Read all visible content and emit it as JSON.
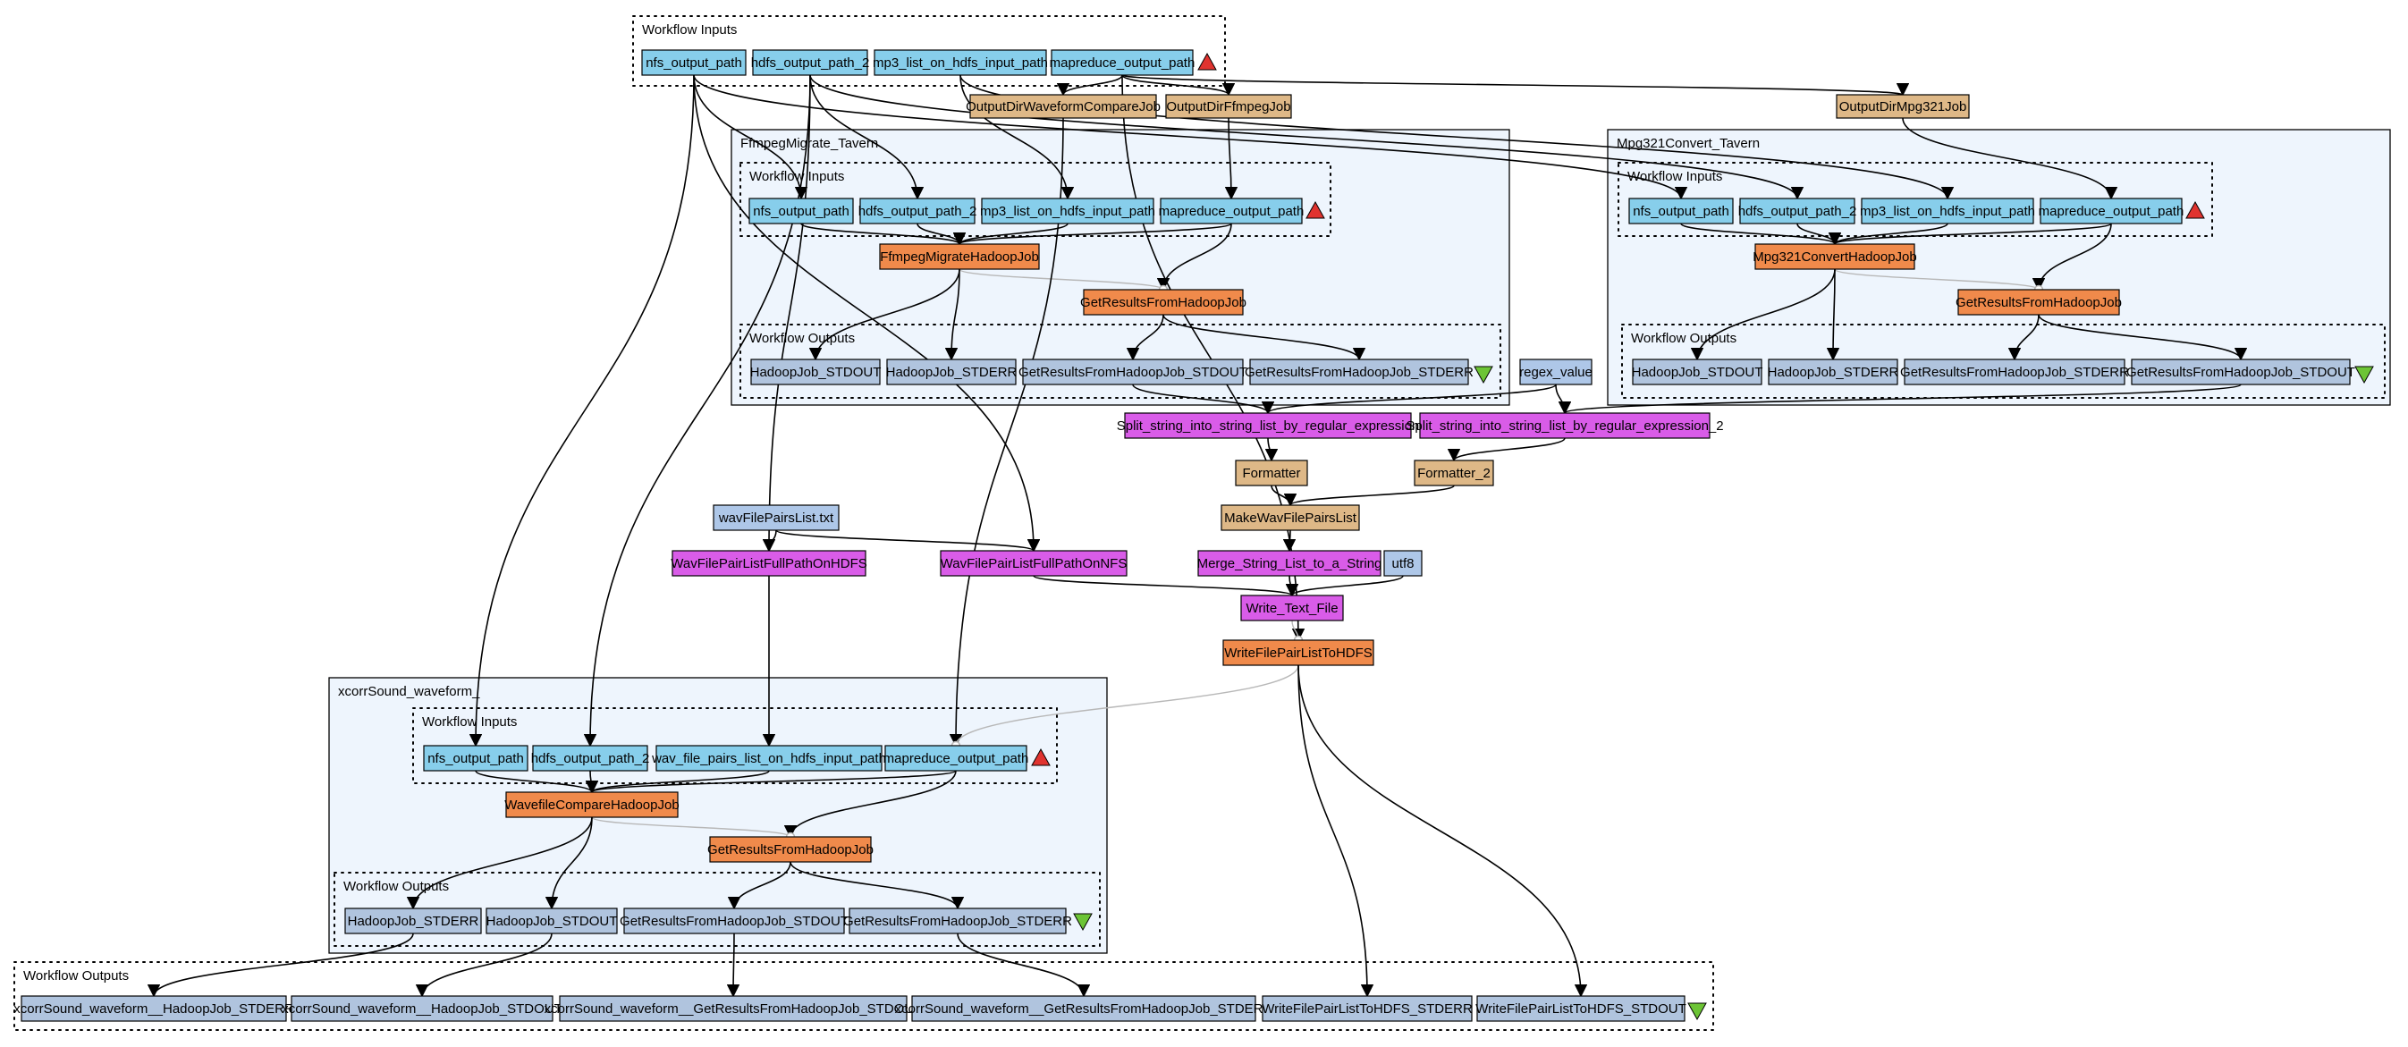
{
  "colors": {
    "input_port": "#87ceeb",
    "processor": "#f08a4b",
    "beanshell": "#deb887",
    "constant": "#aec7e8",
    "output_port": "#b0c4de",
    "local_worker": "#d95ce8",
    "nested_fill": "#eef5fd",
    "input_triangle": "#e0332f",
    "output_triangle": "#6cc435"
  },
  "icons": {
    "inputs_marker": "red-up-triangle",
    "outputs_marker": "green-down-triangle"
  },
  "groups": [
    {
      "id": "top_inputs",
      "label": "Workflow Inputs"
    },
    {
      "id": "ffmpeg",
      "label": "FfmpegMigrate_Tavern"
    },
    {
      "id": "ffmpeg_inputs",
      "label": "Workflow Inputs"
    },
    {
      "id": "ffmpeg_outputs",
      "label": "Workflow Outputs"
    },
    {
      "id": "mpg",
      "label": "Mpg321Convert_Tavern"
    },
    {
      "id": "mpg_inputs",
      "label": "Workflow Inputs"
    },
    {
      "id": "mpg_outputs",
      "label": "Workflow Outputs"
    },
    {
      "id": "xcorr",
      "label": "xcorrSound_waveform_"
    },
    {
      "id": "xcorr_inputs",
      "label": "Workflow Inputs"
    },
    {
      "id": "xcorr_outputs",
      "label": "Workflow Outputs"
    },
    {
      "id": "bottom_outputs",
      "label": "Workflow Outputs"
    }
  ],
  "nodes": [
    {
      "id": "in_nfs",
      "label": "nfs_output_path",
      "kind": "input_port"
    },
    {
      "id": "in_hdfs2",
      "label": "hdfs_output_path_2",
      "kind": "input_port"
    },
    {
      "id": "in_mp3",
      "label": "mp3_list_on_hdfs_input_path",
      "kind": "input_port"
    },
    {
      "id": "in_mr",
      "label": "mapreduce_output_path",
      "kind": "input_port"
    },
    {
      "id": "outdir_wave",
      "label": "OutputDirWaveformCompareJob",
      "kind": "beanshell"
    },
    {
      "id": "outdir_ffmpeg",
      "label": "OutputDirFfmpegJob",
      "kind": "beanshell"
    },
    {
      "id": "outdir_mpg",
      "label": "OutputDirMpg321Job",
      "kind": "beanshell"
    },
    {
      "id": "ff_nfs",
      "label": "nfs_output_path",
      "kind": "input_port"
    },
    {
      "id": "ff_hdfs2",
      "label": "hdfs_output_path_2",
      "kind": "input_port"
    },
    {
      "id": "ff_mp3",
      "label": "mp3_list_on_hdfs_input_path",
      "kind": "input_port"
    },
    {
      "id": "ff_mr",
      "label": "mapreduce_output_path",
      "kind": "input_port"
    },
    {
      "id": "ff_job",
      "label": "FfmpegMigrateHadoopJob",
      "kind": "processor"
    },
    {
      "id": "ff_get",
      "label": "GetResultsFromHadoopJob",
      "kind": "processor"
    },
    {
      "id": "ff_out_stdout",
      "label": "HadoopJob_STDOUT",
      "kind": "output_port"
    },
    {
      "id": "ff_out_stderr",
      "label": "HadoopJob_STDERR",
      "kind": "output_port"
    },
    {
      "id": "ff_out_gstdout",
      "label": "GetResultsFromHadoopJob_STDOUT",
      "kind": "output_port"
    },
    {
      "id": "ff_out_gstderr",
      "label": "GetResultsFromHadoopJob_STDERR",
      "kind": "output_port"
    },
    {
      "id": "mp_nfs",
      "label": "nfs_output_path",
      "kind": "input_port"
    },
    {
      "id": "mp_hdfs2",
      "label": "hdfs_output_path_2",
      "kind": "input_port"
    },
    {
      "id": "mp_mp3",
      "label": "mp3_list_on_hdfs_input_path",
      "kind": "input_port"
    },
    {
      "id": "mp_mr",
      "label": "mapreduce_output_path",
      "kind": "input_port"
    },
    {
      "id": "mp_job",
      "label": "Mpg321ConvertHadoopJob",
      "kind": "processor"
    },
    {
      "id": "mp_get",
      "label": "GetResultsFromHadoopJob",
      "kind": "processor"
    },
    {
      "id": "mp_out_stdout",
      "label": "HadoopJob_STDOUT",
      "kind": "output_port"
    },
    {
      "id": "mp_out_stderr",
      "label": "HadoopJob_STDERR",
      "kind": "output_port"
    },
    {
      "id": "mp_out_gstderr",
      "label": "GetResultsFromHadoopJob_STDERR",
      "kind": "output_port"
    },
    {
      "id": "mp_out_gstdout",
      "label": "GetResultsFromHadoopJob_STDOUT",
      "kind": "output_port"
    },
    {
      "id": "regex_value",
      "label": "regex_value",
      "kind": "constant"
    },
    {
      "id": "split1",
      "label": "Split_string_into_string_list_by_regular_expression",
      "kind": "local_worker"
    },
    {
      "id": "split2",
      "label": "Split_string_into_string_list_by_regular_expression_2",
      "kind": "local_worker"
    },
    {
      "id": "formatter",
      "label": "Formatter",
      "kind": "beanshell"
    },
    {
      "id": "formatter2",
      "label": "Formatter_2",
      "kind": "beanshell"
    },
    {
      "id": "makewav",
      "label": "MakeWavFilePairsList",
      "kind": "beanshell"
    },
    {
      "id": "wavtxt",
      "label": "wavFilePairsList.txt",
      "kind": "constant"
    },
    {
      "id": "wav_hdfs",
      "label": "WavFilePairListFullPathOnHDFS",
      "kind": "local_worker"
    },
    {
      "id": "wav_nfs",
      "label": "WavFilePairListFullPathOnNFS",
      "kind": "local_worker"
    },
    {
      "id": "merge",
      "label": "Merge_String_List_to_a_String",
      "kind": "local_worker"
    },
    {
      "id": "utf8",
      "label": "utf8",
      "kind": "constant"
    },
    {
      "id": "write_text",
      "label": "Write_Text_File",
      "kind": "local_worker"
    },
    {
      "id": "write_hdfs",
      "label": "WriteFilePairListToHDFS",
      "kind": "processor"
    },
    {
      "id": "xc_nfs",
      "label": "nfs_output_path",
      "kind": "input_port"
    },
    {
      "id": "xc_hdfs2",
      "label": "hdfs_output_path_2",
      "kind": "input_port"
    },
    {
      "id": "xc_wav",
      "label": "wav_file_pairs_list_on_hdfs_input_path",
      "kind": "input_port"
    },
    {
      "id": "xc_mr",
      "label": "mapreduce_output_path",
      "kind": "input_port"
    },
    {
      "id": "xc_job",
      "label": "WavefileCompareHadoopJob",
      "kind": "processor"
    },
    {
      "id": "xc_get",
      "label": "GetResultsFromHadoopJob",
      "kind": "processor"
    },
    {
      "id": "xc_out_stderr",
      "label": "HadoopJob_STDERR",
      "kind": "output_port"
    },
    {
      "id": "xc_out_stdout",
      "label": "HadoopJob_STDOUT",
      "kind": "output_port"
    },
    {
      "id": "xc_out_gstdout",
      "label": "GetResultsFromHadoopJob_STDOUT",
      "kind": "output_port"
    },
    {
      "id": "xc_out_gstderr",
      "label": "GetResultsFromHadoopJob_STDERR",
      "kind": "output_port"
    },
    {
      "id": "wo_1",
      "label": "xcorrSound_waveform__HadoopJob_STDERR",
      "kind": "output_port"
    },
    {
      "id": "wo_2",
      "label": "xcorrSound_waveform__HadoopJob_STDOUT",
      "kind": "output_port"
    },
    {
      "id": "wo_3",
      "label": "xcorrSound_waveform__GetResultsFromHadoopJob_STDOUT",
      "kind": "output_port"
    },
    {
      "id": "wo_4",
      "label": "xcorrSound_waveform__GetResultsFromHadoopJob_STDERR",
      "kind": "output_port"
    },
    {
      "id": "wo_5",
      "label": "WriteFilePairListToHDFS_STDERR",
      "kind": "output_port"
    },
    {
      "id": "wo_6",
      "label": "WriteFilePairListToHDFS_STDOUT",
      "kind": "output_port"
    }
  ],
  "edges": [
    {
      "from": "in_mr",
      "to": "outdir_wave"
    },
    {
      "from": "in_mr",
      "to": "outdir_ffmpeg"
    },
    {
      "from": "in_mr",
      "to": "outdir_mpg"
    },
    {
      "from": "in_nfs",
      "to": "ff_nfs"
    },
    {
      "from": "in_hdfs2",
      "to": "ff_hdfs2"
    },
    {
      "from": "in_mp3",
      "to": "ff_mp3"
    },
    {
      "from": "outdir_ffmpeg",
      "to": "ff_mr"
    },
    {
      "from": "in_nfs",
      "to": "mp_nfs"
    },
    {
      "from": "in_hdfs2",
      "to": "mp_hdfs2"
    },
    {
      "from": "in_mp3",
      "to": "mp_mp3"
    },
    {
      "from": "outdir_mpg",
      "to": "mp_mr"
    },
    {
      "from": "ff_nfs",
      "to": "ff_job"
    },
    {
      "from": "ff_hdfs2",
      "to": "ff_job"
    },
    {
      "from": "ff_mp3",
      "to": "ff_job"
    },
    {
      "from": "ff_mr",
      "to": "ff_job"
    },
    {
      "from": "ff_mr",
      "to": "ff_get"
    },
    {
      "from": "ff_job",
      "to": "ff_get",
      "control": true
    },
    {
      "from": "ff_job",
      "to": "ff_out_stdout"
    },
    {
      "from": "ff_job",
      "to": "ff_out_stderr"
    },
    {
      "from": "ff_get",
      "to": "ff_out_gstdout"
    },
    {
      "from": "ff_get",
      "to": "ff_out_gstderr"
    },
    {
      "from": "mp_nfs",
      "to": "mp_job"
    },
    {
      "from": "mp_hdfs2",
      "to": "mp_job"
    },
    {
      "from": "mp_mp3",
      "to": "mp_job"
    },
    {
      "from": "mp_mr",
      "to": "mp_job"
    },
    {
      "from": "mp_mr",
      "to": "mp_get"
    },
    {
      "from": "mp_job",
      "to": "mp_get",
      "control": true
    },
    {
      "from": "mp_job",
      "to": "mp_out_stdout"
    },
    {
      "from": "mp_job",
      "to": "mp_out_stderr"
    },
    {
      "from": "mp_get",
      "to": "mp_out_gstderr"
    },
    {
      "from": "mp_get",
      "to": "mp_out_gstdout"
    },
    {
      "from": "ff_out_gstdout",
      "to": "split1"
    },
    {
      "from": "regex_value",
      "to": "split1"
    },
    {
      "from": "regex_value",
      "to": "split2"
    },
    {
      "from": "mp_out_gstdout",
      "to": "split2"
    },
    {
      "from": "split1",
      "to": "formatter"
    },
    {
      "from": "split2",
      "to": "formatter2"
    },
    {
      "from": "formatter",
      "to": "makewav"
    },
    {
      "from": "formatter2",
      "to": "makewav"
    },
    {
      "from": "makewav",
      "to": "merge"
    },
    {
      "from": "merge",
      "to": "write_text"
    },
    {
      "from": "utf8",
      "to": "write_text"
    },
    {
      "from": "wav_nfs",
      "to": "write_text"
    },
    {
      "from": "wavtxt",
      "to": "wav_hdfs"
    },
    {
      "from": "wavtxt",
      "to": "wav_nfs"
    },
    {
      "from": "in_nfs",
      "to": "wav_nfs"
    },
    {
      "from": "in_hdfs2",
      "to": "wav_hdfs"
    },
    {
      "from": "in_mr",
      "to": "write_hdfs"
    },
    {
      "from": "write_text",
      "to": "write_hdfs",
      "control": true
    },
    {
      "from": "in_nfs",
      "to": "xc_nfs"
    },
    {
      "from": "in_hdfs2",
      "to": "xc_hdfs2"
    },
    {
      "from": "wav_hdfs",
      "to": "xc_wav"
    },
    {
      "from": "outdir_wave",
      "to": "xc_mr"
    },
    {
      "from": "write_hdfs",
      "to": "xc_mr",
      "control": true
    },
    {
      "from": "xc_nfs",
      "to": "xc_job"
    },
    {
      "from": "xc_hdfs2",
      "to": "xc_job"
    },
    {
      "from": "xc_wav",
      "to": "xc_job"
    },
    {
      "from": "xc_mr",
      "to": "xc_job"
    },
    {
      "from": "xc_mr",
      "to": "xc_get"
    },
    {
      "from": "xc_job",
      "to": "xc_get",
      "control": true
    },
    {
      "from": "xc_job",
      "to": "xc_out_stderr"
    },
    {
      "from": "xc_job",
      "to": "xc_out_stdout"
    },
    {
      "from": "xc_get",
      "to": "xc_out_gstdout"
    },
    {
      "from": "xc_get",
      "to": "xc_out_gstderr"
    },
    {
      "from": "xc_out_stderr",
      "to": "wo_1"
    },
    {
      "from": "xc_out_stdout",
      "to": "wo_2"
    },
    {
      "from": "xc_out_gstdout",
      "to": "wo_3"
    },
    {
      "from": "xc_out_gstderr",
      "to": "wo_4"
    },
    {
      "from": "write_hdfs",
      "to": "wo_5"
    },
    {
      "from": "write_hdfs",
      "to": "wo_6"
    }
  ]
}
